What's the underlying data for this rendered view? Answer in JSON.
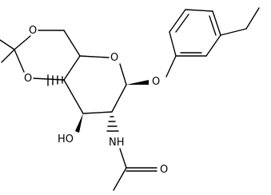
{
  "molecule": {
    "atom_labels": {
      "ring_oxygen": "O",
      "acetal_oxygen_top": "O",
      "acetal_oxygen_bottom": "O",
      "aryl_ether_oxygen": "O",
      "hydroxyl": "HO",
      "amide_nitrogen": "NH",
      "carbonyl_oxygen": "O"
    }
  }
}
